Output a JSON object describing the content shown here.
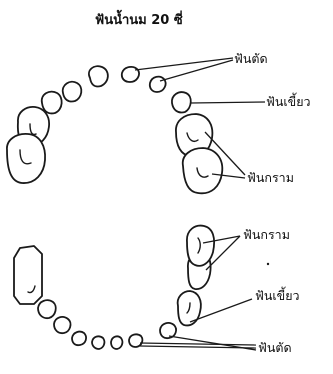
{
  "title": "ฟันน้ำนม 20 ซี่",
  "upper": {
    "incisor_label": "ฟันตัด",
    "canine_label": "ฟันเขี้ยว",
    "molar_label": "ฟันกราม"
  },
  "lower": {
    "molar_label": "ฟันกราม",
    "canine_label": "ฟันเขี้ยว",
    "incisor_label": "ฟันตัด"
  },
  "colors": {
    "ink": "#1a1a1a",
    "background": "#ffffff"
  }
}
